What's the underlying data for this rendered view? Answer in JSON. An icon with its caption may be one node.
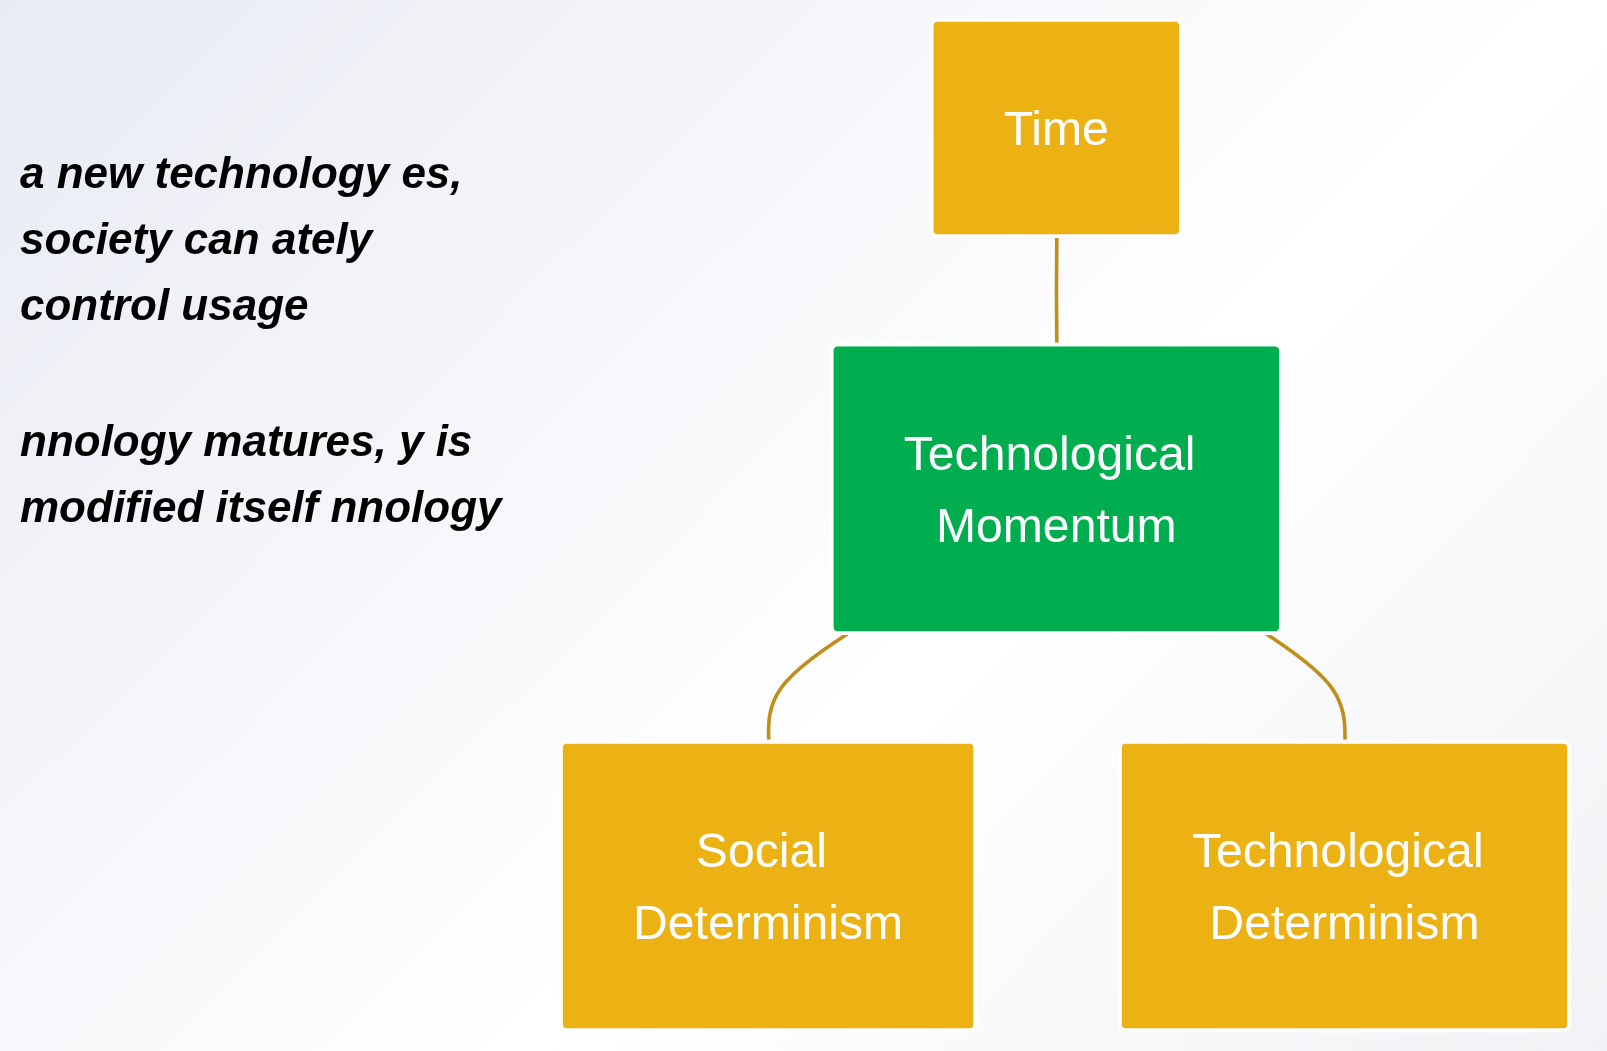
{
  "diagram": {
    "nodes": [
      {
        "text": [
          "Time"
        ]
      },
      {
        "text": [
          "Technological Momentum"
        ]
      },
      {
        "text": [
          "Social Determinism"
        ]
      },
      {
        "text": [
          "Technological Determinism"
        ]
      }
    ],
    "edges": [
      {
        "from": 0,
        "to": 1,
        "arrow": "none"
      },
      {
        "from": 1,
        "to": 2,
        "arrow": "none"
      },
      {
        "from": 1,
        "to": 3,
        "arrow": "none"
      }
    ],
    "labels": [
      "a new technology es, society can ately control usage",
      "nnology matures, y is modified itself nnology"
    ]
  }
}
